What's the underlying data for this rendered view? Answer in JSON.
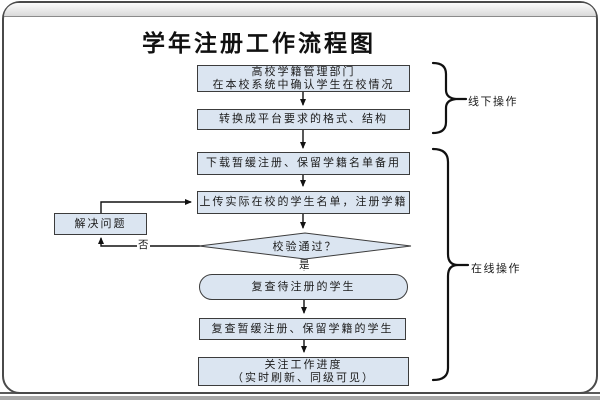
{
  "title": "学年注册工作流程图",
  "flow": {
    "nodes": {
      "confirm": {
        "lines": [
          "高校学籍管理部门",
          "在本校系统中确认学生在校情况"
        ]
      },
      "convert": {
        "label": "转换成平台要求的格式、结构"
      },
      "download": {
        "label": "下载暂缓注册、保留学籍名单备用"
      },
      "upload": {
        "label": "上传实际在校的学生名单，注册学籍"
      },
      "solve": {
        "label": "解决问题"
      },
      "check": {
        "label": "校验通过？"
      },
      "review_pending": {
        "label": "复查待注册的学生"
      },
      "review_deferred": {
        "label": "复查暂缓注册、保留学籍的学生"
      },
      "progress": {
        "lines": [
          "关注工作进度",
          "（实时刷新、同级可见）"
        ]
      }
    },
    "edge_labels": {
      "yes": "是",
      "no": "否"
    }
  },
  "phases": {
    "offline": "线下操作",
    "online": "在线操作"
  },
  "colors": {
    "node_fill": "#dbe5f1",
    "node_border": "#3c3c3c",
    "connector": "#111111",
    "frame_border": "#4a4a4a",
    "titlebar_top": "#fcfcfc",
    "titlebar_bottom": "#d9d9d9",
    "text": "#1c1c1c"
  }
}
